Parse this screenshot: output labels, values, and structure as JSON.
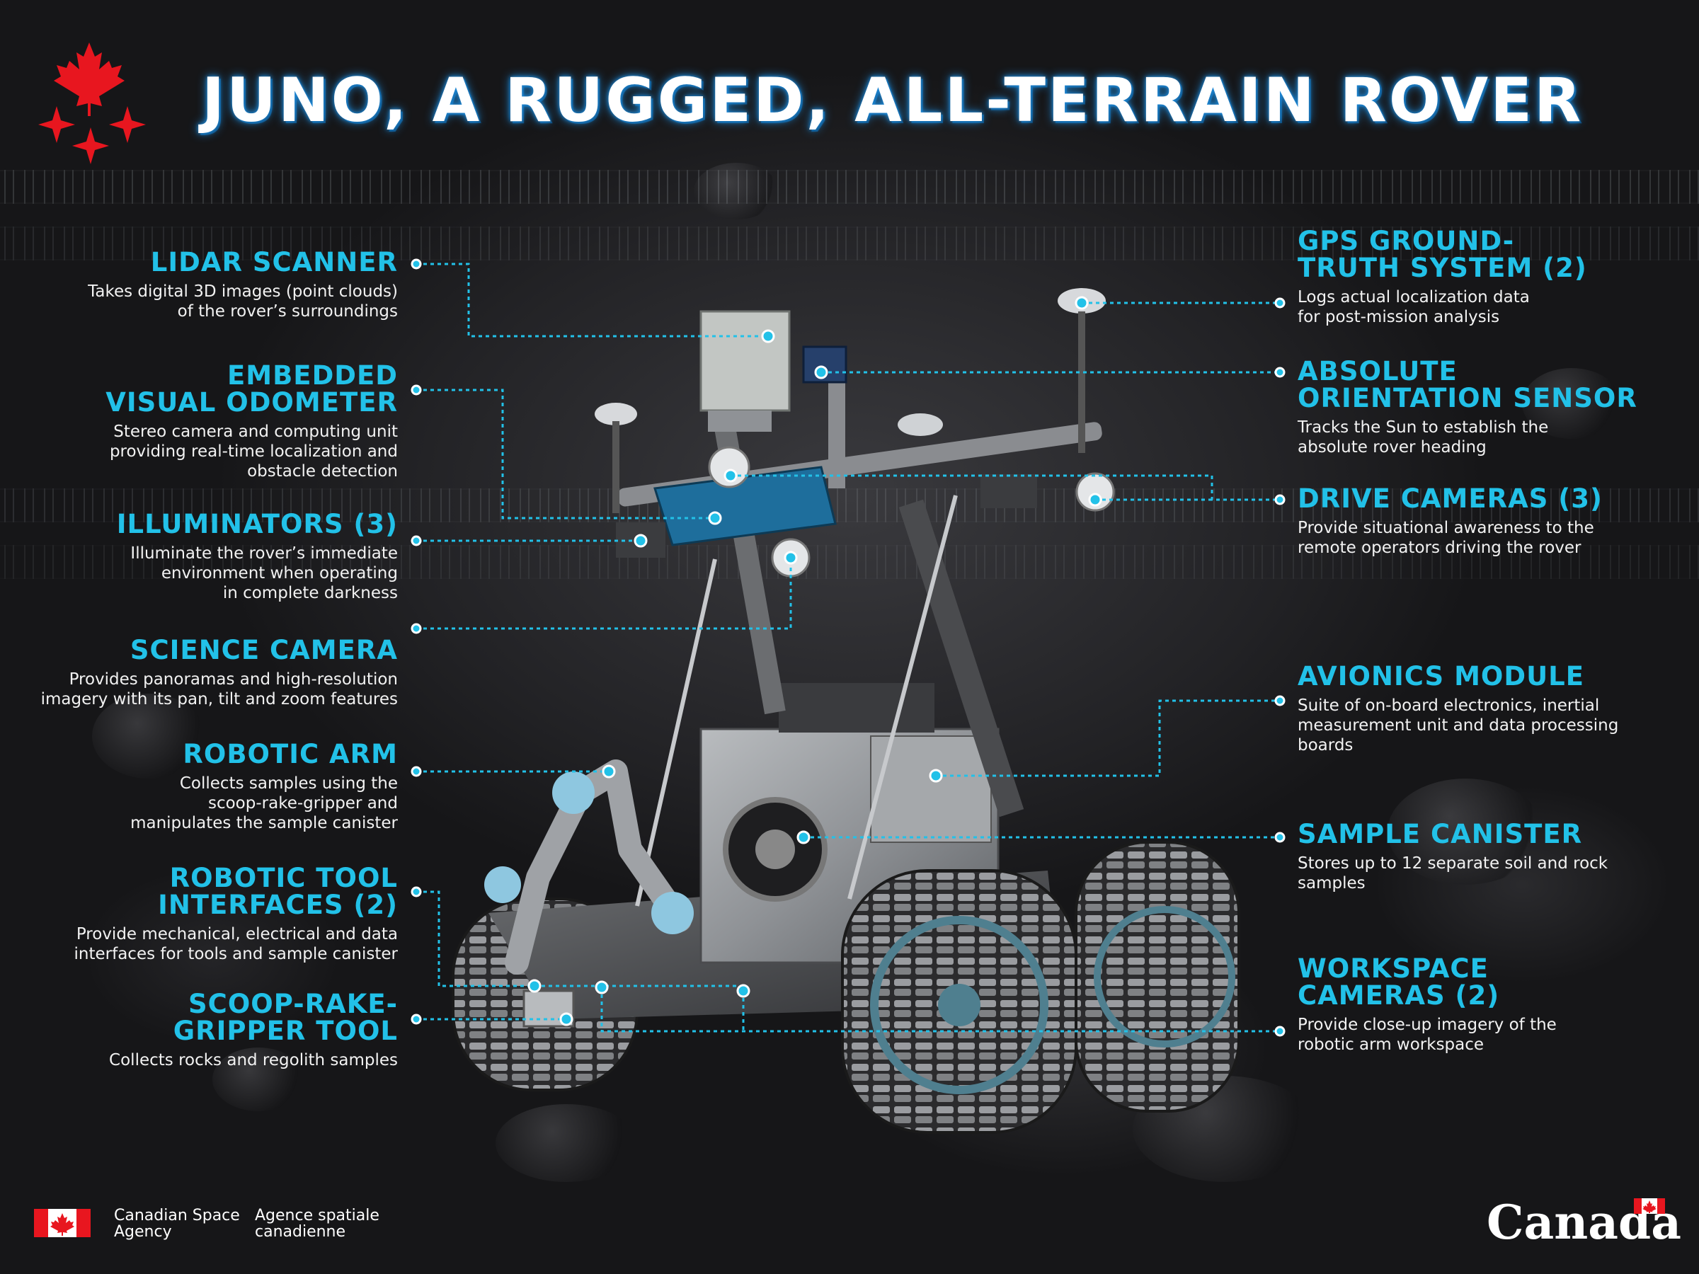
{
  "title": "JUNO, A RUGGED, ALL-TERRAIN ROVER",
  "colors": {
    "accent": "#22c1e8",
    "brand_red": "#e8161f",
    "background": "#222225"
  },
  "left_labels": [
    {
      "title_lines": [
        "LIDAR SCANNER"
      ],
      "desc_lines": [
        "Takes digital 3D images (point clouds)",
        "of the rover’s surroundings"
      ]
    },
    {
      "title_lines": [
        "EMBEDDED",
        "VISUAL ODOMETER"
      ],
      "desc_lines": [
        "Stereo camera and computing unit",
        "providing real-time localization and",
        "obstacle detection"
      ]
    },
    {
      "title_lines": [
        "ILLUMINATORS (3)"
      ],
      "desc_lines": [
        "Illuminate the rover’s immediate",
        "environment when operating",
        "in complete darkness"
      ]
    },
    {
      "title_lines": [
        "SCIENCE CAMERA"
      ],
      "desc_lines": [
        "Provides panoramas and high-resolution",
        "imagery with its pan, tilt and zoom features"
      ]
    },
    {
      "title_lines": [
        "ROBOTIC ARM"
      ],
      "desc_lines": [
        "Collects samples using the",
        "scoop-rake-gripper and",
        "manipulates the sample canister"
      ]
    },
    {
      "title_lines": [
        "ROBOTIC TOOL",
        "INTERFACES (2)"
      ],
      "desc_lines": [
        "Provide mechanical, electrical and data",
        "interfaces for tools and sample canister"
      ]
    },
    {
      "title_lines": [
        "SCOOP-RAKE-",
        "GRIPPER TOOL"
      ],
      "desc_lines": [
        "Collects rocks and regolith samples"
      ]
    }
  ],
  "right_labels": [
    {
      "title_lines": [
        "GPS GROUND-",
        "TRUTH SYSTEM (2)"
      ],
      "desc_lines": [
        "Logs actual localization data",
        "for post-mission analysis"
      ]
    },
    {
      "title_lines": [
        "ABSOLUTE",
        "ORIENTATION SENSOR"
      ],
      "desc_lines": [
        "Tracks the Sun to establish the",
        "absolute rover heading"
      ]
    },
    {
      "title_lines": [
        "DRIVE CAMERAS (3)"
      ],
      "desc_lines": [
        "Provide situational awareness to the",
        "remote operators driving the rover"
      ]
    },
    {
      "title_lines": [
        "AVIONICS MODULE"
      ],
      "desc_lines": [
        "Suite of on-board electronics, inertial",
        "measurement unit and data processing",
        "boards"
      ]
    },
    {
      "title_lines": [
        "SAMPLE CANISTER"
      ],
      "desc_lines": [
        "Stores up to 12 separate soil and rock",
        "samples"
      ]
    },
    {
      "title_lines": [
        "WORKSPACE",
        "CAMERAS (2)"
      ],
      "desc_lines": [
        "Provide close-up imagery of the",
        "robotic arm workspace"
      ]
    }
  ],
  "footer": {
    "csa_en_lines": [
      "Canadian Space",
      "Agency"
    ],
    "csa_fr_lines": [
      "Agence spatiale",
      "canadienne"
    ],
    "wordmark": "Canada"
  }
}
